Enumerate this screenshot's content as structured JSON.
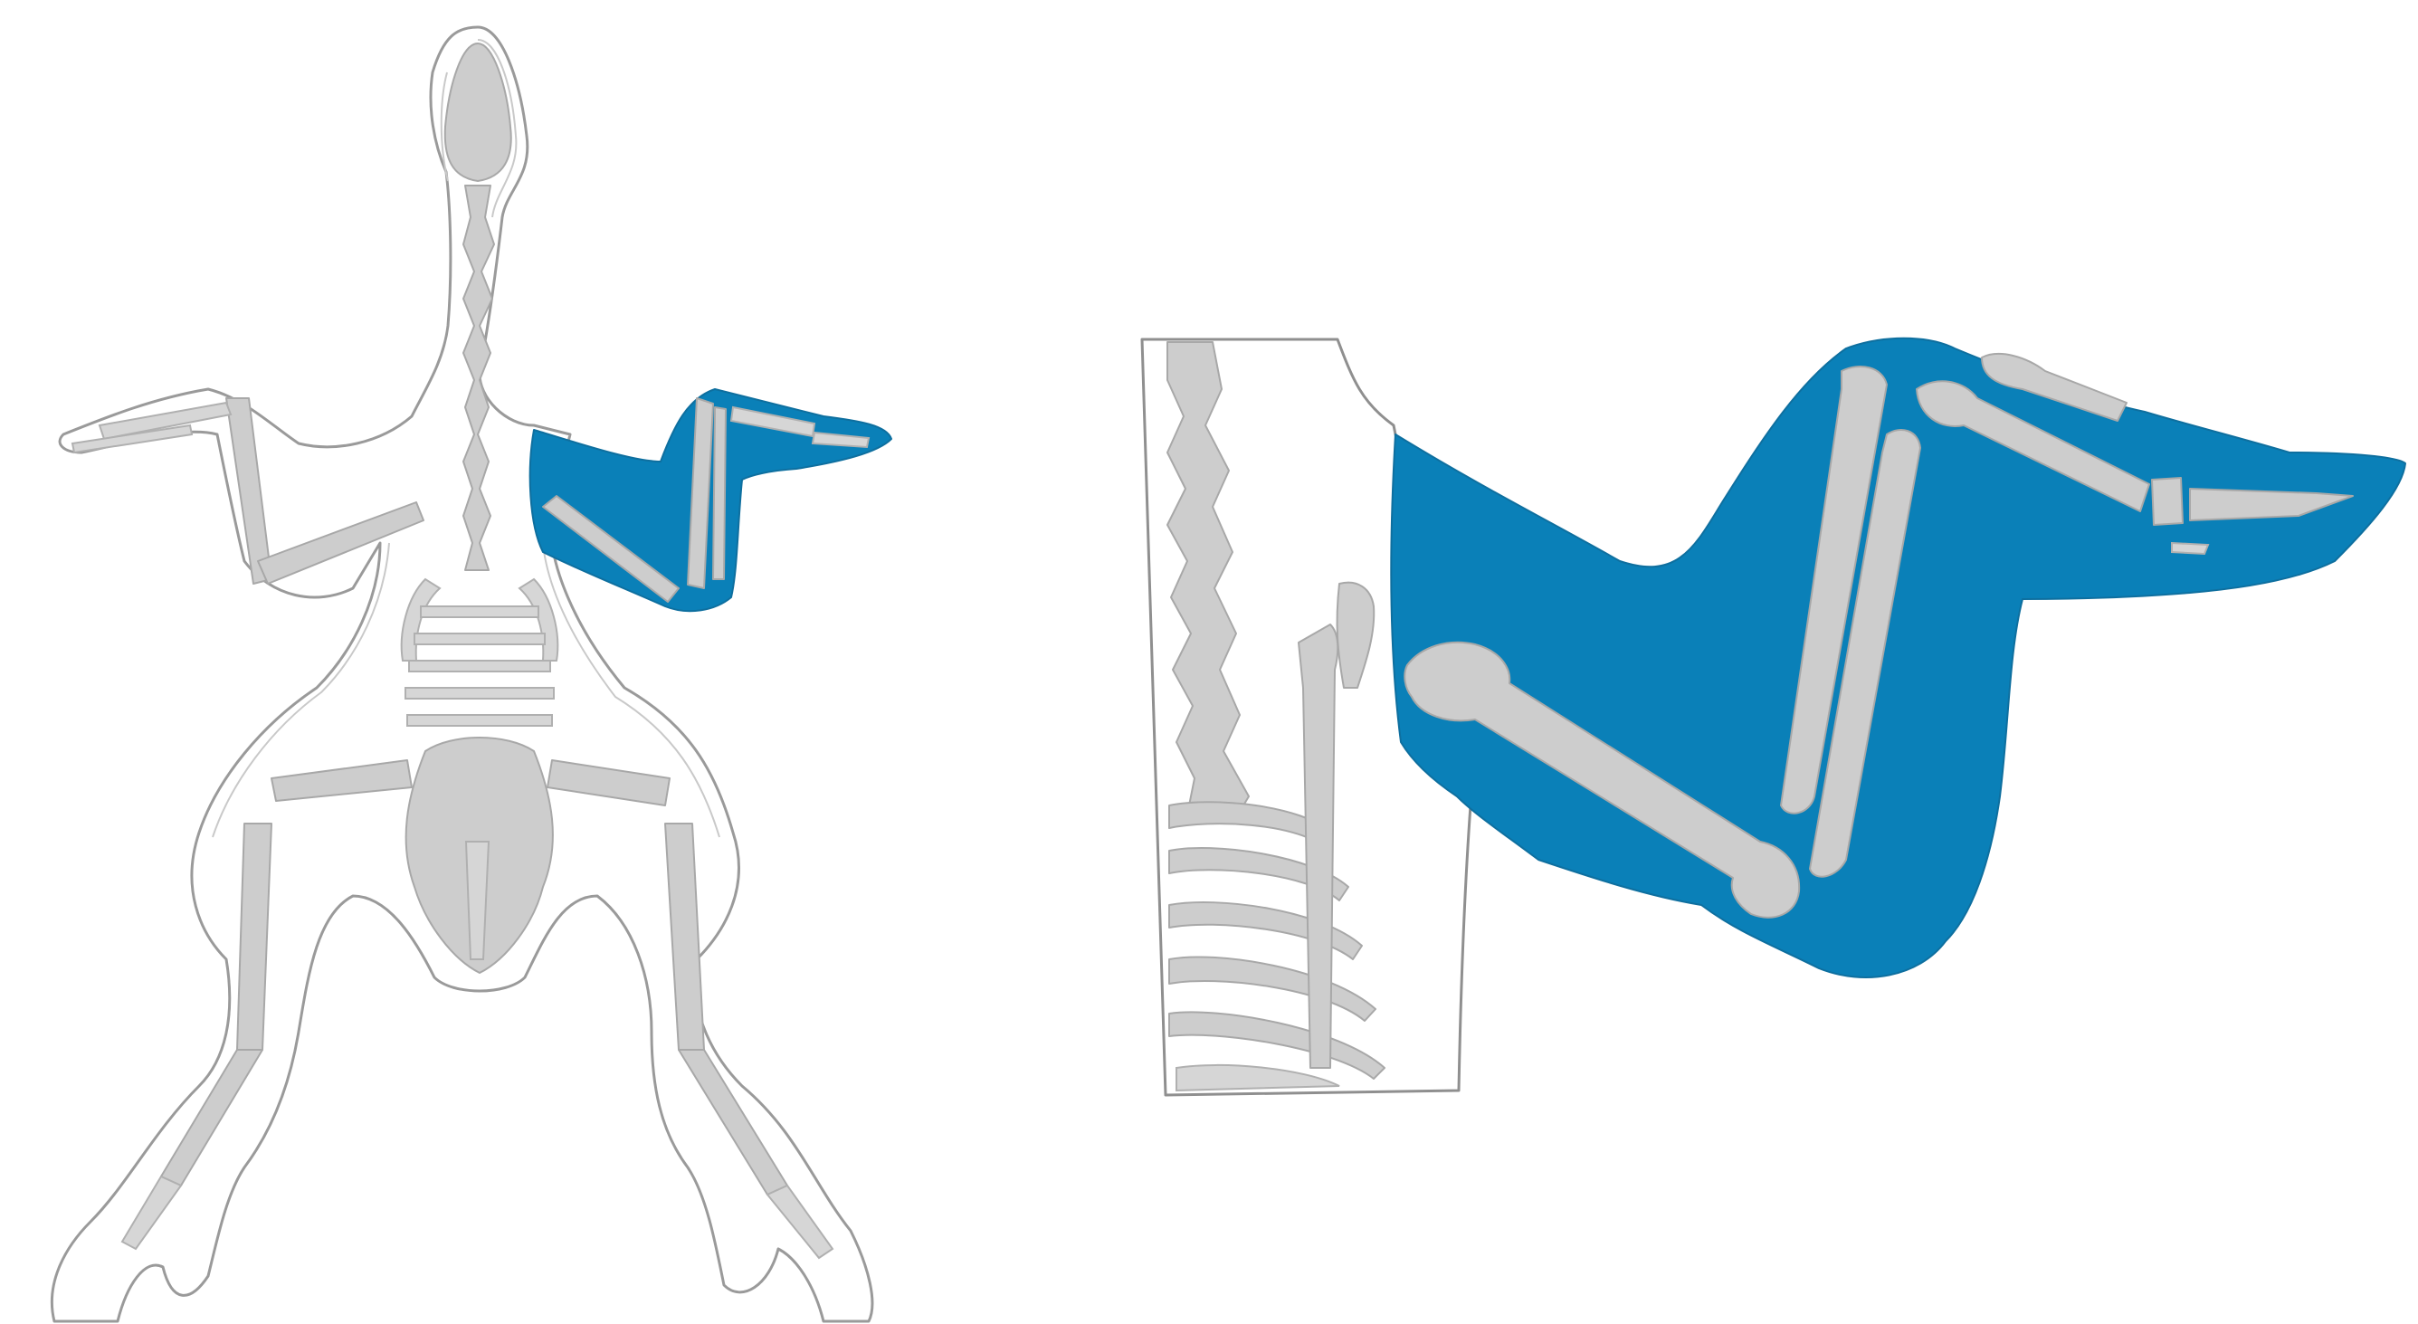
{
  "figure": {
    "panels": [
      {
        "id": "full-skeleton",
        "highlighted_part": "right wing"
      },
      {
        "id": "wing-closeup",
        "highlighted_part": "wing"
      }
    ],
    "colors": {
      "highlight": "#0a80b8",
      "bone": "#cdcdcd",
      "outline": "#9a9a9a",
      "background": "#ffffff"
    }
  }
}
